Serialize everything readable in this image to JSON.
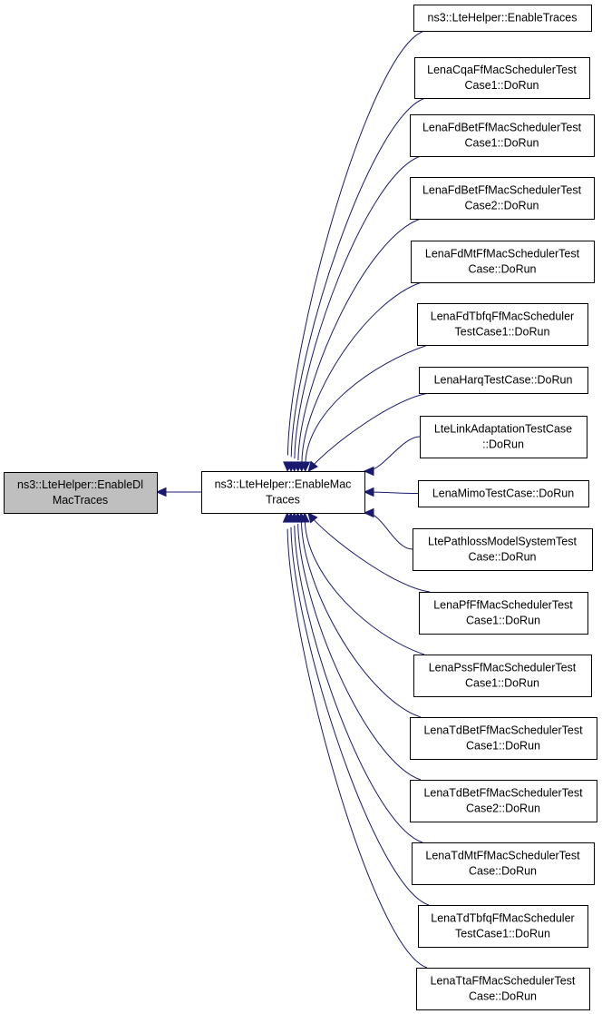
{
  "diagram": {
    "type": "call-graph",
    "edge_color": "#191970",
    "root_fill": "#bfbfbf",
    "root": {
      "id": "enable-dl-mac-traces",
      "lines": [
        "ns3::LteHelper::EnableDl",
        "MacTraces"
      ]
    },
    "center": {
      "id": "enable-mac-traces",
      "lines": [
        "ns3::LteHelper::EnableMac",
        "Traces"
      ]
    },
    "callers": [
      {
        "id": "enable-traces",
        "lines": [
          "ns3::LteHelper::EnableTraces"
        ]
      },
      {
        "id": "lena-cqa-case1",
        "lines": [
          "LenaCqaFfMacSchedulerTest",
          "Case1::DoRun"
        ]
      },
      {
        "id": "lena-fdbet-case1",
        "lines": [
          "LenaFdBetFfMacSchedulerTest",
          "Case1::DoRun"
        ]
      },
      {
        "id": "lena-fdbet-case2",
        "lines": [
          "LenaFdBetFfMacSchedulerTest",
          "Case2::DoRun"
        ]
      },
      {
        "id": "lena-fdmt-case",
        "lines": [
          "LenaFdMtFfMacSchedulerTest",
          "Case::DoRun"
        ]
      },
      {
        "id": "lena-fdtbfq-case1",
        "lines": [
          "LenaFdTbfqFfMacScheduler",
          "TestCase1::DoRun"
        ]
      },
      {
        "id": "lena-harq",
        "lines": [
          "LenaHarqTestCase::DoRun"
        ]
      },
      {
        "id": "lte-link-adaptation",
        "lines": [
          "LteLinkAdaptationTestCase",
          "::DoRun"
        ]
      },
      {
        "id": "lena-mimo",
        "lines": [
          "LenaMimoTestCase::DoRun"
        ]
      },
      {
        "id": "lte-pathloss-model-system",
        "lines": [
          "LtePathlossModelSystemTest",
          "Case::DoRun"
        ]
      },
      {
        "id": "lena-pf-case1",
        "lines": [
          "LenaPfFfMacSchedulerTest",
          "Case1::DoRun"
        ]
      },
      {
        "id": "lena-pss-case1",
        "lines": [
          "LenaPssFfMacSchedulerTest",
          "Case1::DoRun"
        ]
      },
      {
        "id": "lena-tdbet-case1",
        "lines": [
          "LenaTdBetFfMacSchedulerTest",
          "Case1::DoRun"
        ]
      },
      {
        "id": "lena-tdbet-case2",
        "lines": [
          "LenaTdBetFfMacSchedulerTest",
          "Case2::DoRun"
        ]
      },
      {
        "id": "lena-tdmt-case",
        "lines": [
          "LenaTdMtFfMacSchedulerTest",
          "Case::DoRun"
        ]
      },
      {
        "id": "lena-tdtbfq-case1",
        "lines": [
          "LenaTdTbfqFfMacScheduler",
          "TestCase1::DoRun"
        ]
      },
      {
        "id": "lena-tta-case",
        "lines": [
          "LenaTtaFfMacSchedulerTest",
          "Case::DoRun"
        ]
      }
    ]
  }
}
